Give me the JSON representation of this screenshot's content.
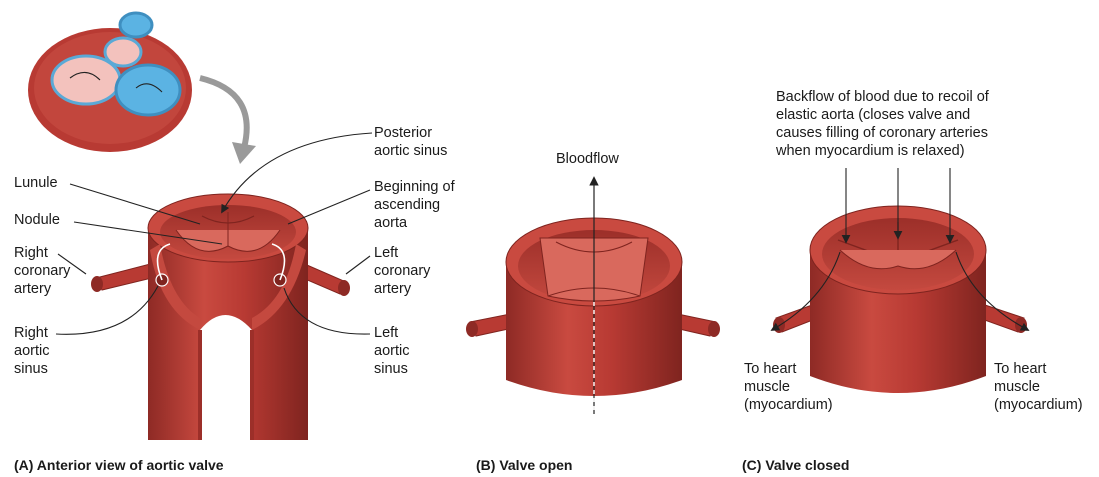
{
  "panel_a": {
    "caption": "(A) Anterior view of aortic valve",
    "labels": {
      "posterior_aortic_sinus": [
        "Posterior",
        "aortic sinus"
      ],
      "lunule": [
        "Lunule"
      ],
      "nodule": [
        "Nodule"
      ],
      "beginning_ascending_aorta": [
        "Beginning of",
        "ascending",
        "aorta"
      ],
      "right_coronary_artery": [
        "Right",
        "coronary",
        "artery"
      ],
      "left_coronary_artery": [
        "Left",
        "coronary",
        "artery"
      ],
      "right_aortic_sinus": [
        "Right",
        "aortic",
        "sinus"
      ],
      "left_aortic_sinus": [
        "Left",
        "aortic",
        "sinus"
      ]
    }
  },
  "panel_b": {
    "caption": "(B) Valve open",
    "labels": {
      "bloodflow": [
        "Bloodflow"
      ]
    }
  },
  "panel_c": {
    "caption": "(C) Valve closed",
    "labels": {
      "backflow": [
        "Backflow of blood due to recoil of",
        "elastic aorta (closes valve and",
        "causes filling of coronary arteries",
        "when myocardium is relaxed)"
      ],
      "to_heart_muscle_left": [
        "To heart",
        "muscle",
        "(myocardium)"
      ],
      "to_heart_muscle_right": [
        "To heart",
        "muscle",
        "(myocardium)"
      ]
    }
  },
  "colors": {
    "muscle": "#b83a33",
    "muscle_dark": "#8e2a25",
    "muscle_light": "#d9695d",
    "valve_pink": "#f3c2bd",
    "valve_blue": "#5bb3e3",
    "arrow_gray": "#9a9a9a"
  }
}
